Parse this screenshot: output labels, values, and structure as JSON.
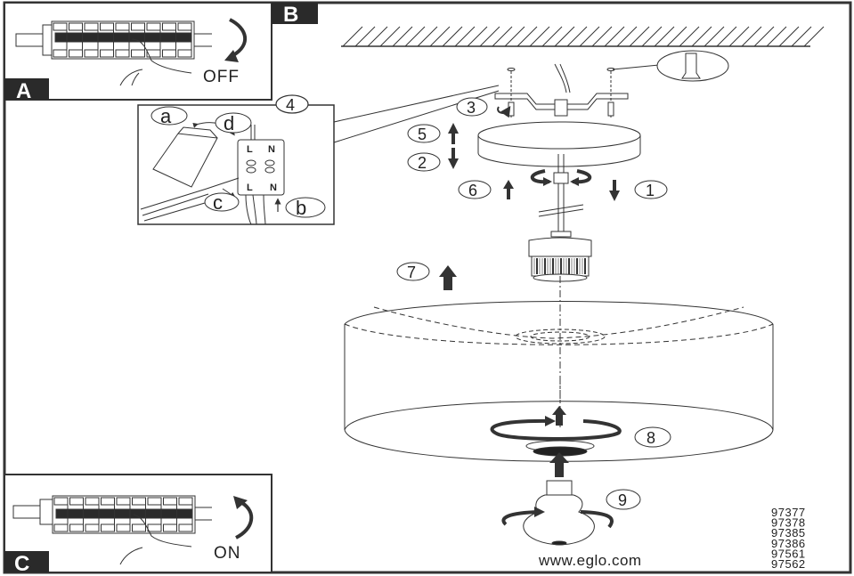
{
  "panels": {
    "a": {
      "label": "A",
      "switch_text": "OFF"
    },
    "b": {
      "label": "B"
    },
    "c": {
      "label": "C",
      "switch_text": "ON"
    }
  },
  "inset": {
    "step": "4",
    "letters": {
      "a": "a",
      "b": "b",
      "c": "c",
      "d": "d"
    },
    "terminals": {
      "top_l": "L",
      "top_n": "N",
      "bot_l": "L",
      "bot_n": "N"
    }
  },
  "steps": {
    "s1": "1",
    "s2": "2",
    "s3": "3",
    "s5": "5",
    "s6": "6",
    "s7": "7",
    "s8": "8",
    "s9": "9"
  },
  "footer": {
    "website": "www.eglo.com",
    "model_numbers": [
      "97377",
      "97378",
      "97385",
      "97386",
      "97561",
      "97562"
    ]
  },
  "colors": {
    "ink": "#2a2a2a",
    "line": "#333333",
    "paper": "#ffffff"
  }
}
